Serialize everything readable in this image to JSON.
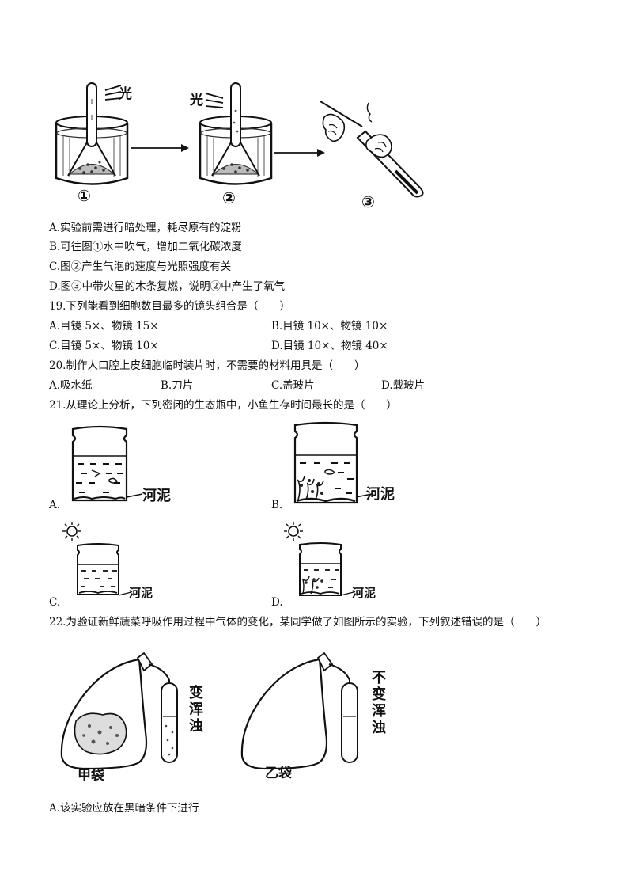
{
  "fig18": {
    "light_label": "光",
    "step1": "①",
    "step2": "②",
    "step3": "③"
  },
  "q18_options": {
    "A": "A.实验前需进行暗处理，耗尽原有的淀粉",
    "B": "B.可往图①水中吹气，增加二氧化碳浓度",
    "C": "C.图②产生气泡的速度与光照强度有关",
    "D": "D.图③中带火星的木条复燃，说明②中产生了氧气"
  },
  "q19": {
    "stem": "19.下列能看到细胞数目最多的镜头组合是（　　）",
    "A": "A.目镜 5×、物镜 15×",
    "B": "B.目镜 10×、物镜 10×",
    "C": "C.目镜 5×、物镜 10×",
    "D": "D.目镜 10×、物镜 40×"
  },
  "q20": {
    "stem": "20.制作人口腔上皮细胞临时装片时，不需要的材料用具是（　　）",
    "A": "A.吸水纸",
    "B": "B.刀片",
    "C": "C.盖玻片",
    "D": "D.载玻片"
  },
  "q21": {
    "stem": "21.从理论上分析，下列密闭的生态瓶中，小鱼生存时间最长的是（　　）",
    "A": "A.",
    "B": "B.",
    "C": "C.",
    "D": "D.",
    "mud_label": "河泥"
  },
  "q22": {
    "stem": "22.为验证新鲜蔬菜呼吸作用过程中气体的变化，某同学做了如图所示的实验，下列叙述错误的是（　　）",
    "bag_jia": "甲袋",
    "bag_yi": "乙袋",
    "turbid_label": "变浑浊",
    "not_turbid_label": "不变浑浊",
    "A": "A.该实验应放在黑暗条件下进行"
  }
}
